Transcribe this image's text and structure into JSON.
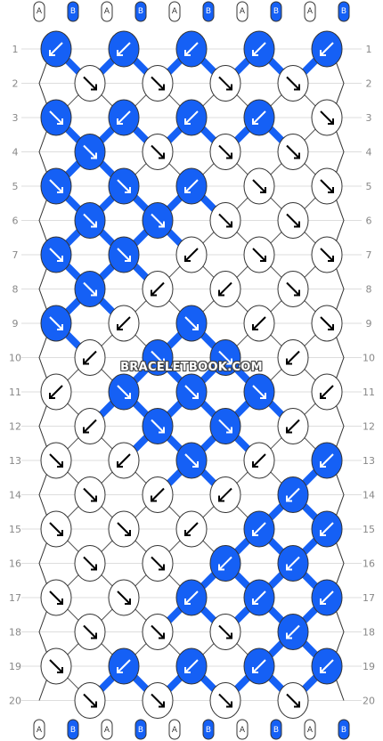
{
  "watermark": "BRACELETBOOK.COM",
  "colors": {
    "A": "#ffffff",
    "B": "#1560f5",
    "outline": "#333333",
    "rowline": "#dddddd",
    "rownum": "#888888"
  },
  "strings_top": [
    "A",
    "B",
    "A",
    "B",
    "A",
    "B",
    "A",
    "B",
    "A",
    "B"
  ],
  "strings_bottom": [
    "A",
    "B",
    "A",
    "B",
    "A",
    "B",
    "A",
    "B",
    "A",
    "B"
  ],
  "row_numbers": [
    1,
    2,
    3,
    4,
    5,
    6,
    7,
    8,
    9,
    10,
    11,
    12,
    13,
    14,
    15,
    16,
    17,
    18,
    19,
    20
  ],
  "knots": [
    [
      {
        "c": "B",
        "d": "sw"
      },
      {
        "c": "B",
        "d": "sw"
      },
      {
        "c": "B",
        "d": "sw"
      },
      {
        "c": "B",
        "d": "sw"
      },
      {
        "c": "B",
        "d": "sw"
      }
    ],
    [
      {
        "c": "A",
        "d": "se"
      },
      {
        "c": "A",
        "d": "se"
      },
      {
        "c": "A",
        "d": "se"
      },
      {
        "c": "A",
        "d": "se"
      }
    ],
    [
      {
        "c": "B",
        "d": "se"
      },
      {
        "c": "B",
        "d": "sw"
      },
      {
        "c": "B",
        "d": "sw"
      },
      {
        "c": "B",
        "d": "sw"
      },
      {
        "c": "A",
        "d": "se"
      }
    ],
    [
      {
        "c": "B",
        "d": "se"
      },
      {
        "c": "A",
        "d": "se"
      },
      {
        "c": "A",
        "d": "se"
      },
      {
        "c": "A",
        "d": "se"
      }
    ],
    [
      {
        "c": "B",
        "d": "se"
      },
      {
        "c": "B",
        "d": "se"
      },
      {
        "c": "B",
        "d": "sw"
      },
      {
        "c": "A",
        "d": "se"
      },
      {
        "c": "A",
        "d": "se"
      }
    ],
    [
      {
        "c": "B",
        "d": "se"
      },
      {
        "c": "B",
        "d": "se"
      },
      {
        "c": "A",
        "d": "se"
      },
      {
        "c": "A",
        "d": "se"
      }
    ],
    [
      {
        "c": "B",
        "d": "se"
      },
      {
        "c": "B",
        "d": "se"
      },
      {
        "c": "A",
        "d": "sw"
      },
      {
        "c": "A",
        "d": "se"
      },
      {
        "c": "A",
        "d": "se"
      }
    ],
    [
      {
        "c": "B",
        "d": "se"
      },
      {
        "c": "A",
        "d": "sw"
      },
      {
        "c": "A",
        "d": "sw"
      },
      {
        "c": "A",
        "d": "se"
      }
    ],
    [
      {
        "c": "B",
        "d": "se"
      },
      {
        "c": "A",
        "d": "sw"
      },
      {
        "c": "B",
        "d": "se"
      },
      {
        "c": "A",
        "d": "sw"
      },
      {
        "c": "A",
        "d": "se"
      }
    ],
    [
      {
        "c": "A",
        "d": "sw"
      },
      {
        "c": "B",
        "d": "se"
      },
      {
        "c": "B",
        "d": "se"
      },
      {
        "c": "A",
        "d": "sw"
      }
    ],
    [
      {
        "c": "A",
        "d": "sw"
      },
      {
        "c": "B",
        "d": "se"
      },
      {
        "c": "B",
        "d": "se"
      },
      {
        "c": "B",
        "d": "se"
      },
      {
        "c": "A",
        "d": "sw"
      }
    ],
    [
      {
        "c": "A",
        "d": "sw"
      },
      {
        "c": "B",
        "d": "se"
      },
      {
        "c": "B",
        "d": "se"
      },
      {
        "c": "A",
        "d": "sw"
      }
    ],
    [
      {
        "c": "A",
        "d": "se"
      },
      {
        "c": "A",
        "d": "sw"
      },
      {
        "c": "B",
        "d": "se"
      },
      {
        "c": "A",
        "d": "sw"
      },
      {
        "c": "B",
        "d": "sw"
      }
    ],
    [
      {
        "c": "A",
        "d": "se"
      },
      {
        "c": "A",
        "d": "sw"
      },
      {
        "c": "A",
        "d": "sw"
      },
      {
        "c": "B",
        "d": "sw"
      }
    ],
    [
      {
        "c": "A",
        "d": "se"
      },
      {
        "c": "A",
        "d": "se"
      },
      {
        "c": "A",
        "d": "sw"
      },
      {
        "c": "B",
        "d": "sw"
      },
      {
        "c": "B",
        "d": "sw"
      }
    ],
    [
      {
        "c": "A",
        "d": "se"
      },
      {
        "c": "A",
        "d": "se"
      },
      {
        "c": "B",
        "d": "sw"
      },
      {
        "c": "B",
        "d": "sw"
      }
    ],
    [
      {
        "c": "A",
        "d": "se"
      },
      {
        "c": "A",
        "d": "se"
      },
      {
        "c": "B",
        "d": "sw"
      },
      {
        "c": "B",
        "d": "sw"
      },
      {
        "c": "B",
        "d": "sw"
      }
    ],
    [
      {
        "c": "A",
        "d": "se"
      },
      {
        "c": "A",
        "d": "se"
      },
      {
        "c": "A",
        "d": "se"
      },
      {
        "c": "B",
        "d": "sw"
      }
    ],
    [
      {
        "c": "A",
        "d": "se"
      },
      {
        "c": "B",
        "d": "sw"
      },
      {
        "c": "B",
        "d": "sw"
      },
      {
        "c": "B",
        "d": "sw"
      },
      {
        "c": "B",
        "d": "sw"
      }
    ],
    [
      {
        "c": "A",
        "d": "se"
      },
      {
        "c": "A",
        "d": "se"
      },
      {
        "c": "A",
        "d": "se"
      },
      {
        "c": "A",
        "d": "se"
      }
    ]
  ]
}
